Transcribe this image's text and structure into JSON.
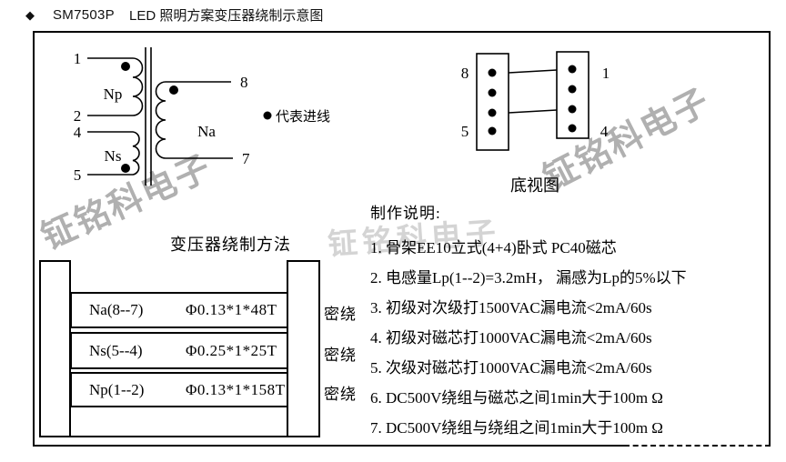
{
  "title": {
    "bullet": "◆",
    "part_number": "SM7503P",
    "subject": "LED 照明方案变压器绕制示意图"
  },
  "schematic": {
    "pins": {
      "p1": "1",
      "p2": "2",
      "p4": "4",
      "p5": "5",
      "p7": "7",
      "p8": "8"
    },
    "windings": {
      "primary": "Np",
      "secondary": "Ns",
      "aux": "Na"
    },
    "dot_legend": "代表进线"
  },
  "bottom_view": {
    "caption": "底视图",
    "pin_top_left": "8",
    "pin_bottom_left": "5",
    "pin_top_right": "1",
    "pin_bottom_right": "4"
  },
  "winding_method": {
    "title": "变压器绕制方法",
    "rows": [
      {
        "winding": "Na(8--7)",
        "spec": "Φ0.13*1*48T",
        "note": "密绕"
      },
      {
        "winding": "Ns(5--4)",
        "spec": "Φ0.25*1*25T",
        "note": "密绕"
      },
      {
        "winding": "Np(1--2)",
        "spec": "Φ0.13*1*158T",
        "note": "密绕"
      }
    ]
  },
  "instructions": {
    "title": "制作说明:",
    "items": [
      "1. 骨架EE10立式(4+4)卧式  PC40磁芯",
      "2. 电感量Lp(1--2)=3.2mH， 漏感为Lp的5%以下",
      "3. 初级对次级打1500VAC漏电流<2mA/60s",
      "4. 初级对磁芯打1000VAC漏电流<2mA/60s",
      "5. 次级对磁芯打1000VAC漏电流<2mA/60s",
      "6. DC500V绕组与磁芯之间1min大于100m Ω",
      "7. DC500V绕组与绕组之间1min大于100m Ω"
    ]
  },
  "watermark": {
    "text": "钲铭科电子"
  }
}
